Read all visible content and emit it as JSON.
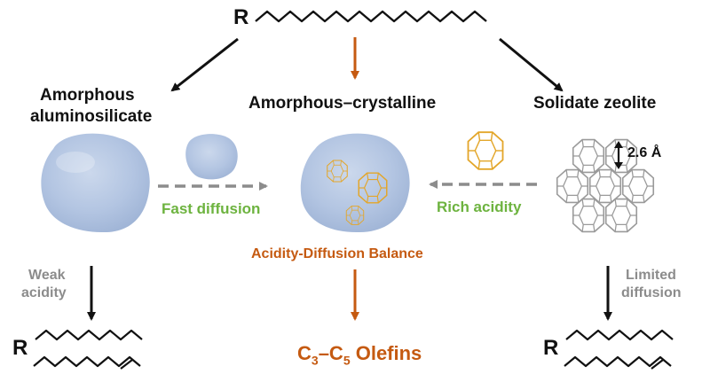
{
  "labels": {
    "top_r": "R",
    "left_title_line1": "Amorphous",
    "left_title_line2": "aluminosilicate",
    "center_title": "Amorphous–crystalline",
    "right_title": "Solidate zeolite",
    "pore_size": "2.6 Å",
    "fast_diffusion": "Fast diffusion",
    "rich_acidity": "Rich acidity",
    "balance": "Acidity-Diffusion Balance",
    "weak_acidity_line1": "Weak",
    "weak_acidity_line2": "acidity",
    "limited_diffusion_line1": "Limited",
    "limited_diffusion_line2": "diffusion",
    "bottom_left_r": "R",
    "bottom_right_r": "R",
    "olefins_c1": "C",
    "olefins_sub1": "3",
    "olefins_dash": "–C",
    "olefins_sub2": "5",
    "olefins_word": " Olefins"
  },
  "colors": {
    "black": "#111111",
    "orange": "#c55a11",
    "green": "#6db33f",
    "gray": "#8c8c8c",
    "blob_blue": "#a9bedd",
    "crystal_gold": "#e3a62a",
    "zeolite_gray": "#9a9a9a"
  }
}
